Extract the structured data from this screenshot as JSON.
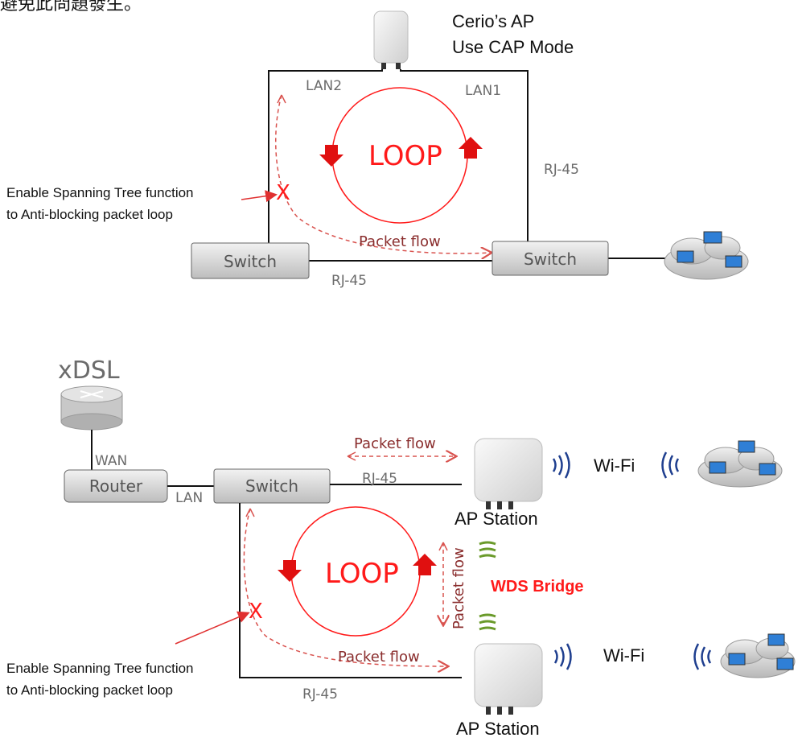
{
  "top_fragment": "避免此問題發生。",
  "top": {
    "ap_caption_line1": "Cerio’s AP",
    "ap_caption_line2": "Use CAP Mode",
    "lan2": "LAN2",
    "lan1": "LAN1",
    "loop": "LOOP",
    "rj45_right": "RJ-45",
    "rj45_bottom": "RJ-45",
    "spanning_line1": "Enable Spanning Tree function",
    "spanning_line2": "to Anti-blocking packet loop",
    "packet_flow": "Packet flow",
    "switch_left": "Switch",
    "switch_right": "Switch",
    "x_mark": "X"
  },
  "bottom": {
    "xdsl": "xDSL",
    "wan": "WAN",
    "router": "Router",
    "lan": "LAN",
    "switch": "Switch",
    "packet_flow_top": "Packet flow",
    "rj45_top": "RJ-45",
    "wifi_top": "Wi-Fi",
    "ap_station_top": "AP Station",
    "loop": "LOOP",
    "packet_flow_vertical": "Packet flow",
    "wds_bridge": "WDS Bridge",
    "x_mark": "X",
    "spanning_line1": "Enable Spanning Tree function",
    "spanning_line2": "to Anti-blocking packet loop",
    "packet_flow_bottom": "Packet flow",
    "rj45_bottom": "RJ-45",
    "wifi_bottom": "Wi-Fi",
    "ap_station_bottom": "AP Station"
  },
  "colors": {
    "loop_red": "#ff1a1a",
    "flow_dashed": "#d9534f",
    "wds_green": "#6a9a2a",
    "wifi_blue": "#1f3f8f",
    "switch_fill": "#d9d9d9"
  }
}
